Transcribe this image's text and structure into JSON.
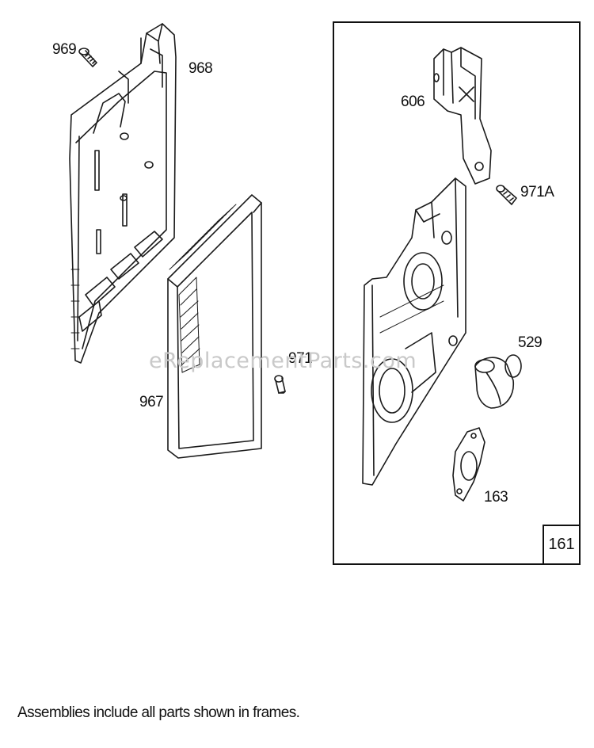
{
  "watermark": "eReplacementParts.com",
  "footnote": "Assemblies include all parts shown in frames.",
  "assembly": {
    "number": "161"
  },
  "parts": [
    {
      "id": "p969",
      "label": "969"
    },
    {
      "id": "p968",
      "label": "968"
    },
    {
      "id": "p967",
      "label": "967"
    },
    {
      "id": "p971",
      "label": "971"
    },
    {
      "id": "p606",
      "label": "606"
    },
    {
      "id": "p971a",
      "label": "971A"
    },
    {
      "id": "p529",
      "label": "529"
    },
    {
      "id": "p163",
      "label": "163"
    }
  ],
  "colors": {
    "line": "#1a1a1a",
    "frame": "#111111",
    "watermark": "#c9c9c9"
  }
}
